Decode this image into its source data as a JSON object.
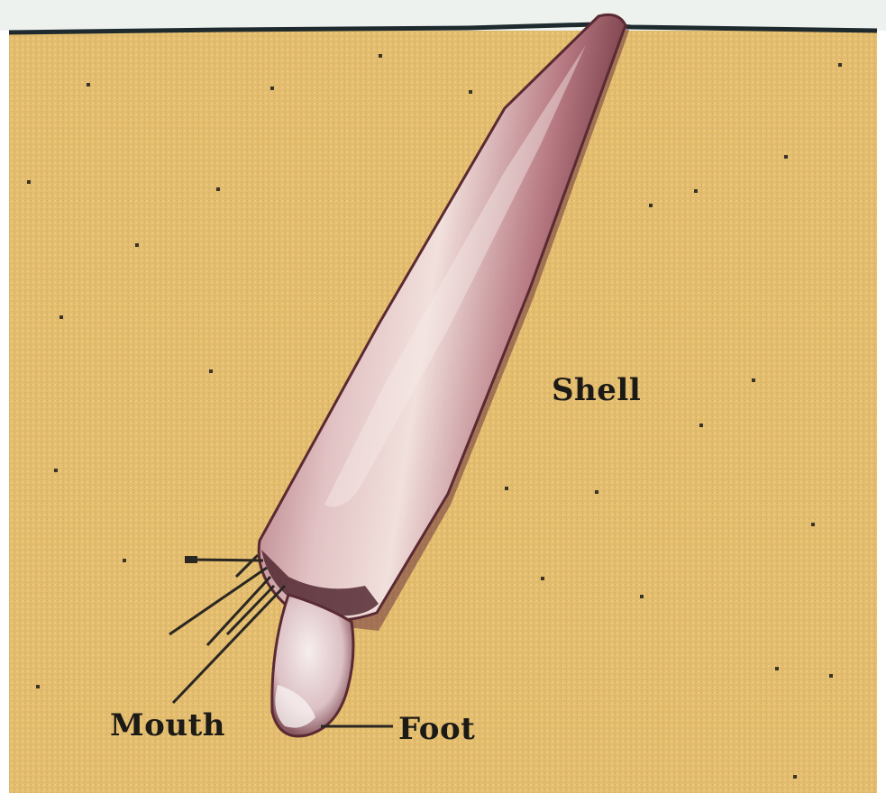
{
  "labels": {
    "shell": "Shell",
    "mouth": "Mouth",
    "foot": "Foot"
  },
  "colors": {
    "sediment": "#e6c070",
    "surface_line": "#1e2a2e",
    "sky": "#eef2ee",
    "shell_body": "#c98f95",
    "shell_shadow": "#7a4048",
    "foot": "#ead4d6",
    "label_text": "#1c1a16"
  }
}
